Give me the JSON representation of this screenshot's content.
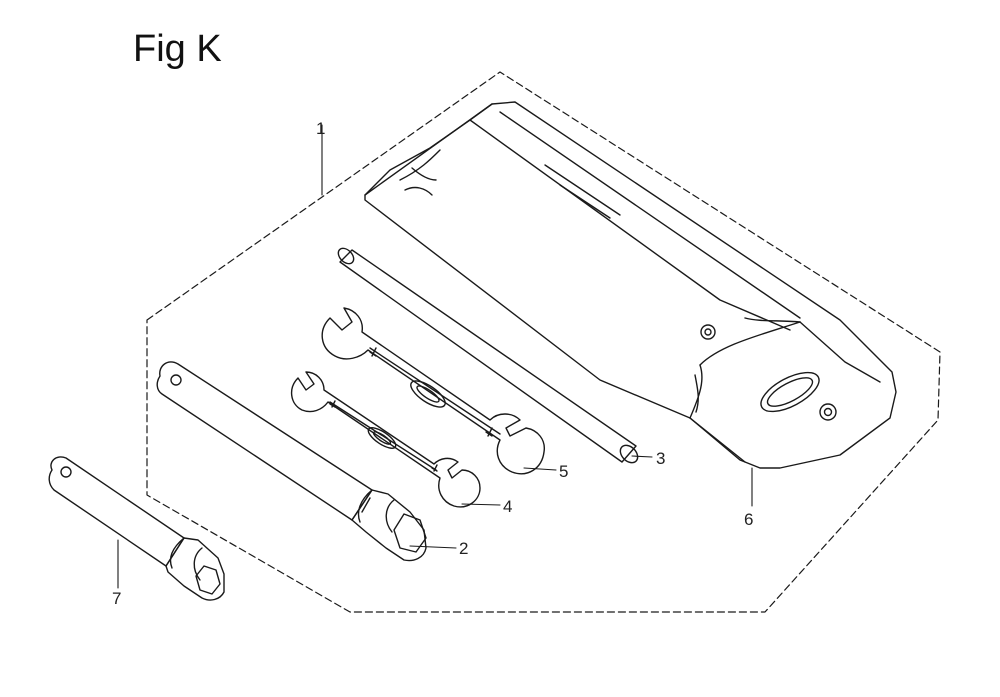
{
  "figure": {
    "title": "Fig K"
  },
  "callouts": [
    {
      "id": "1",
      "label": "1",
      "part": "kit-boundary"
    },
    {
      "id": "2",
      "label": "2",
      "part": "box-wrench"
    },
    {
      "id": "3",
      "label": "3",
      "part": "handle-bar"
    },
    {
      "id": "4",
      "label": "4",
      "part": "small-open-end-wrench"
    },
    {
      "id": "5",
      "label": "5",
      "part": "large-open-end-wrench"
    },
    {
      "id": "6",
      "label": "6",
      "part": "tool-bag"
    },
    {
      "id": "7",
      "label": "7",
      "part": "spark-plug-wrench"
    }
  ],
  "colors": {
    "line": "#1a1a1a",
    "background": "#ffffff"
  }
}
